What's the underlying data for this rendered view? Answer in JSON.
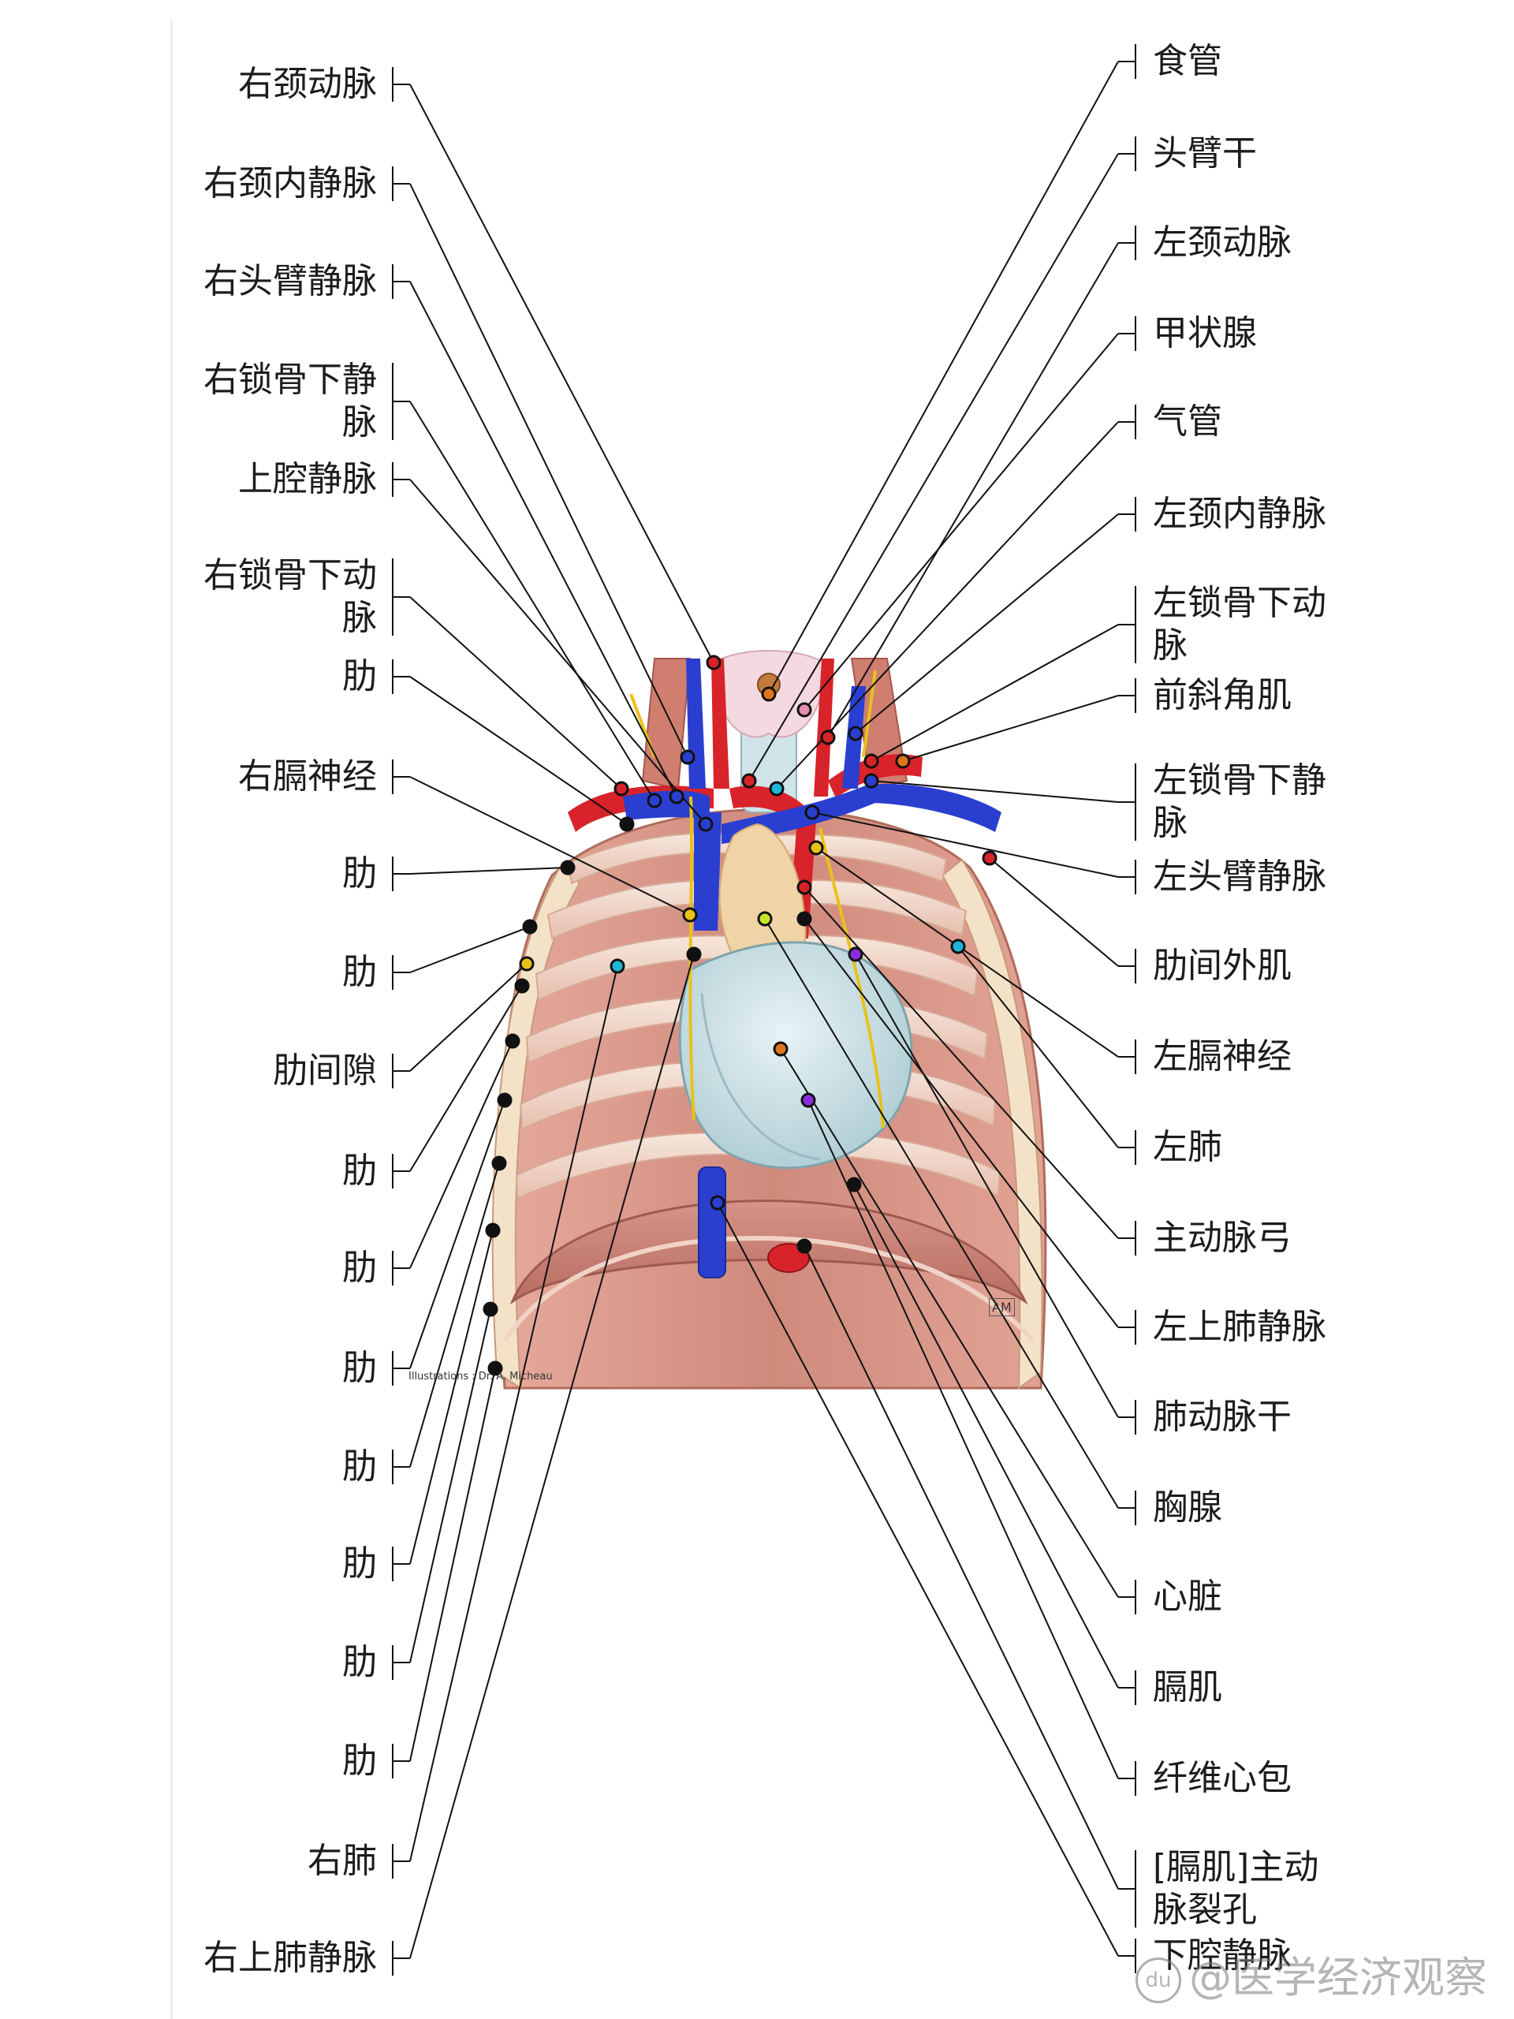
{
  "diagram": {
    "credit": "Illustrations : Dr. A. Micheau",
    "signature": "AM",
    "watermark": "@医学经济观察",
    "watermark_logo": "du",
    "colors": {
      "artery": "#d8232a",
      "vein": "#2a3fcf",
      "nerve": "#e8c21a",
      "rib": "#f1dcd0",
      "muscle": "#d99a8f",
      "heart": "#c9dfe4",
      "thymus": "#f0d3a6",
      "thyroid": "#f4d9e0",
      "leader": "#111111"
    }
  },
  "labels_left": [
    {
      "id": "r-carotid",
      "lines": [
        "右颈动脉"
      ],
      "dot": "artery"
    },
    {
      "id": "r-ijv",
      "lines": [
        "右颈内静脉"
      ],
      "dot": "vein"
    },
    {
      "id": "r-brachio-vein",
      "lines": [
        "右头臂静脉"
      ],
      "dot": "vein"
    },
    {
      "id": "r-subclavian-vein",
      "lines": [
        "右锁骨下静",
        "脉"
      ],
      "dot": "vein"
    },
    {
      "id": "svc",
      "lines": [
        "上腔静脉"
      ],
      "dot": "vein"
    },
    {
      "id": "r-subclavian-artery",
      "lines": [
        "右锁骨下动",
        "脉"
      ],
      "dot": "artery"
    },
    {
      "id": "rib-1",
      "lines": [
        "肋"
      ],
      "dot": "black"
    },
    {
      "id": "r-phrenic",
      "lines": [
        "右膈神经"
      ],
      "dot": "nerve"
    },
    {
      "id": "rib-2",
      "lines": [
        "肋"
      ],
      "dot": "black"
    },
    {
      "id": "rib-3",
      "lines": [
        "肋"
      ],
      "dot": "black"
    },
    {
      "id": "intercostal-space",
      "lines": [
        "肋间隙"
      ],
      "dot": "nerve"
    },
    {
      "id": "rib-4",
      "lines": [
        "肋"
      ],
      "dot": "black"
    },
    {
      "id": "rib-5",
      "lines": [
        "肋"
      ],
      "dot": "black"
    },
    {
      "id": "rib-6",
      "lines": [
        "肋"
      ],
      "dot": "black"
    },
    {
      "id": "rib-7",
      "lines": [
        "肋"
      ],
      "dot": "black"
    },
    {
      "id": "rib-8",
      "lines": [
        "肋"
      ],
      "dot": "black"
    },
    {
      "id": "rib-9",
      "lines": [
        "肋"
      ],
      "dot": "black"
    },
    {
      "id": "rib-10",
      "lines": [
        "肋"
      ],
      "dot": "black"
    },
    {
      "id": "r-lung",
      "lines": [
        "右肺"
      ],
      "dot": "cyan"
    },
    {
      "id": "r-sup-pulm-vein",
      "lines": [
        "右上肺静脉"
      ],
      "dot": "black"
    }
  ],
  "labels_right": [
    {
      "id": "esophagus",
      "lines": [
        "食管"
      ],
      "dot": "orange"
    },
    {
      "id": "brachiocephalic-trunk",
      "lines": [
        "头臂干"
      ],
      "dot": "artery"
    },
    {
      "id": "l-carotid",
      "lines": [
        "左颈动脉"
      ],
      "dot": "artery"
    },
    {
      "id": "thyroid",
      "lines": [
        "甲状腺"
      ],
      "dot": "pink"
    },
    {
      "id": "trachea",
      "lines": [
        "气管"
      ],
      "dot": "cyan"
    },
    {
      "id": "l-ijv",
      "lines": [
        "左颈内静脉"
      ],
      "dot": "vein"
    },
    {
      "id": "l-subclavian-artery",
      "lines": [
        "左锁骨下动",
        "脉"
      ],
      "dot": "artery"
    },
    {
      "id": "ant-scalene",
      "lines": [
        "前斜角肌"
      ],
      "dot": "orange"
    },
    {
      "id": "l-subclavian-vein",
      "lines": [
        "左锁骨下静",
        "脉"
      ],
      "dot": "vein"
    },
    {
      "id": "l-brachio-vein",
      "lines": [
        "左头臂静脉"
      ],
      "dot": "vein"
    },
    {
      "id": "ext-intercostal",
      "lines": [
        "肋间外肌"
      ],
      "dot": "artery"
    },
    {
      "id": "l-phrenic",
      "lines": [
        "左膈神经"
      ],
      "dot": "nerve"
    },
    {
      "id": "l-lung",
      "lines": [
        "左肺"
      ],
      "dot": "cyan"
    },
    {
      "id": "aortic-arch",
      "lines": [
        "主动脉弓"
      ],
      "dot": "artery"
    },
    {
      "id": "l-sup-pulm-vein",
      "lines": [
        "左上肺静脉"
      ],
      "dot": "black"
    },
    {
      "id": "pulm-trunk",
      "lines": [
        "肺动脉干"
      ],
      "dot": "purple"
    },
    {
      "id": "thymus",
      "lines": [
        "胸腺"
      ],
      "dot": "lime"
    },
    {
      "id": "heart",
      "lines": [
        "心脏"
      ],
      "dot": "orange"
    },
    {
      "id": "diaphragm",
      "lines": [
        "膈肌"
      ],
      "dot": "black"
    },
    {
      "id": "fibrous-pericardium",
      "lines": [
        "纤维心包"
      ],
      "dot": "purple"
    },
    {
      "id": "aortic-hiatus",
      "lines": [
        "[膈肌]主动",
        "脉裂孔"
      ],
      "dot": "black"
    },
    {
      "id": "ivc",
      "lines": [
        "下腔静脉"
      ],
      "dot": "vein"
    }
  ]
}
